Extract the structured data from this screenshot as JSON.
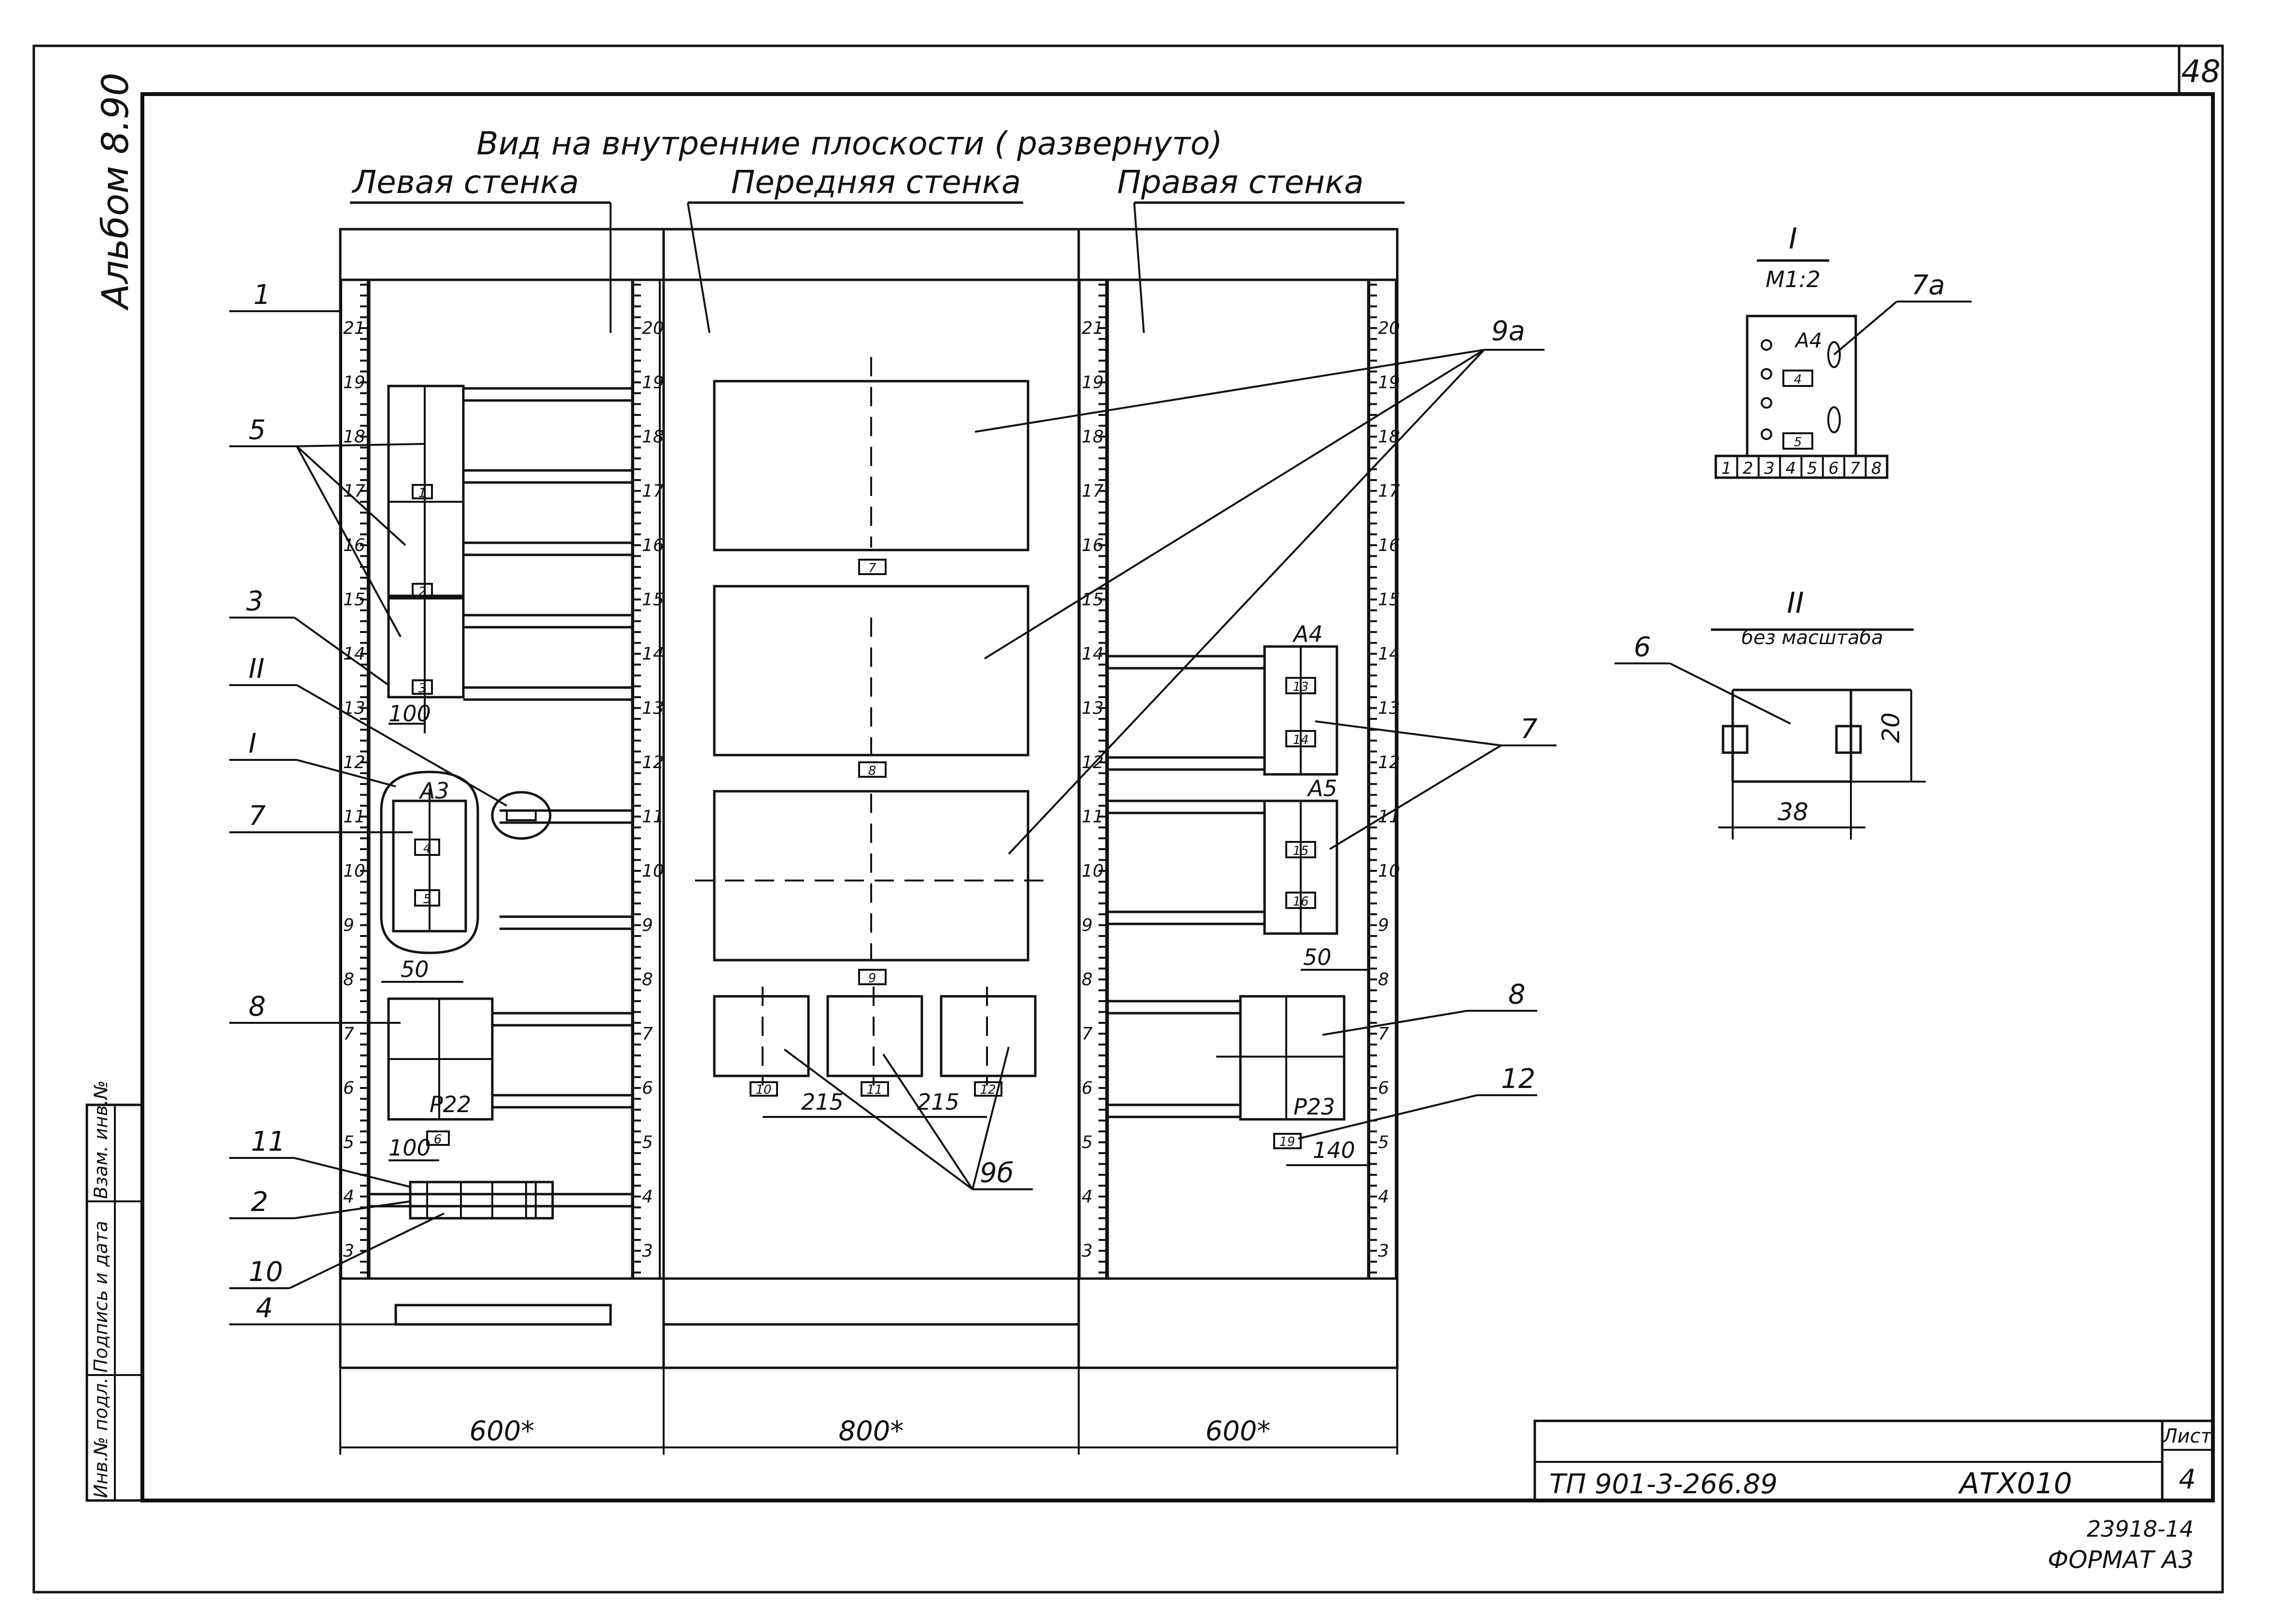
{
  "sheet_number": "48",
  "album": "Альбом 8.90",
  "main_title": "Вид на внутренние плоскости ( развернуто)",
  "sections": {
    "left": "Левая стенка",
    "front": "Передняя стенка",
    "right": "Правая стенка"
  },
  "scale_marks": [
    "3",
    "4",
    "5",
    "6",
    "7",
    "8",
    "9",
    "10",
    "11",
    "12",
    "13",
    "14",
    "15",
    "16",
    "17",
    "18",
    "19",
    "20"
  ],
  "scale_top_left": "21",
  "scale_top_right": "20",
  "callouts": {
    "c1": "1",
    "c5": "5",
    "c3": "3",
    "cII": "II",
    "cI": "I",
    "c7": "7",
    "c8": "8",
    "c11": "11",
    "c2": "2",
    "c10": "10",
    "c4": "4",
    "c9a": "9а",
    "c9b": "9б",
    "c7r": "7",
    "c8r": "8",
    "c12": "12",
    "c7a": "7а",
    "c6": "6"
  },
  "device_labels": {
    "a3": "А3",
    "a4": "А4",
    "a5": "А5",
    "p22": "Р22",
    "p23": "Р23"
  },
  "terminal_tags": {
    "t1": "1",
    "t2": "2",
    "t3": "3",
    "t4": "4",
    "t5": "5",
    "t6": "6",
    "t7": "7",
    "t8": "8",
    "t9": "9",
    "t10": "10",
    "t11": "11",
    "t12": "12",
    "t13": "13",
    "t14": "14",
    "t15": "15",
    "t16": "16",
    "t19": "19",
    "t7a": "4",
    "t7b": "5"
  },
  "dimensions": {
    "d100a": "100",
    "d50a": "50",
    "d100b": "100",
    "d215a": "215",
    "d215b": "215",
    "d50b": "50",
    "d140": "140",
    "d20": "20",
    "d38": "38",
    "w600l": "600*",
    "w800": "800*",
    "w600r": "600*"
  },
  "detail_I": {
    "title": "I",
    "scale": "М1:2",
    "label": "А4",
    "terminals": [
      "1",
      "2",
      "3",
      "4",
      "5",
      "6",
      "7",
      "8"
    ]
  },
  "detail_II": {
    "title": "II",
    "scale": "без масштаба"
  },
  "title_block": {
    "code": "ТП 901-3-266.89",
    "section": "АТХ010",
    "sheet_label": "Лист",
    "sheet": "4"
  },
  "stamp": {
    "number": "23918-14",
    "format": "ФОРМАТ А3"
  },
  "side_block": [
    "Инв.№ подл.",
    "Подпись и дата",
    "Взам. инв.№"
  ]
}
